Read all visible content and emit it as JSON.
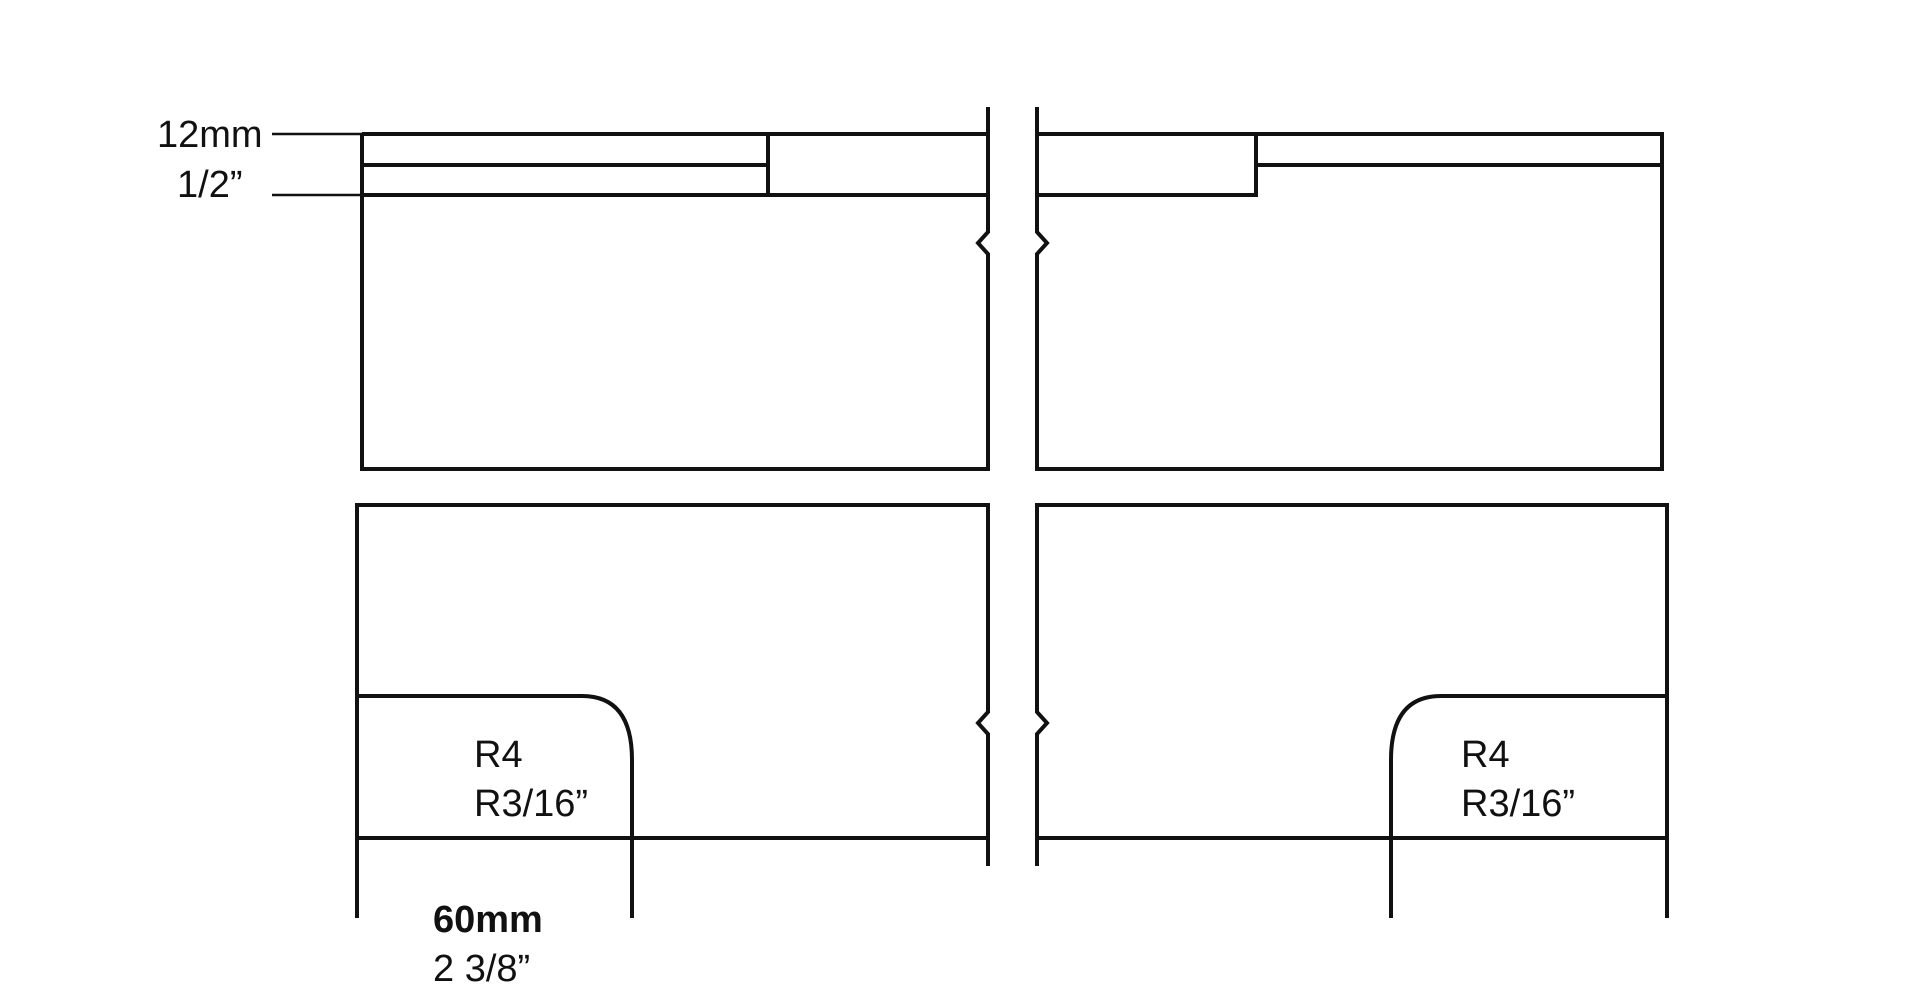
{
  "dimensions": {
    "thickness_mm": "12mm",
    "thickness_in": "1/2”",
    "radius_left_mm": "R4",
    "radius_left_in": "R3/16”",
    "radius_right_mm": "R4",
    "radius_right_in": "R3/16”",
    "width_mm": "60mm",
    "width_in": "2 3/8”"
  },
  "colors": {
    "line": "#111111",
    "background": "#ffffff"
  }
}
